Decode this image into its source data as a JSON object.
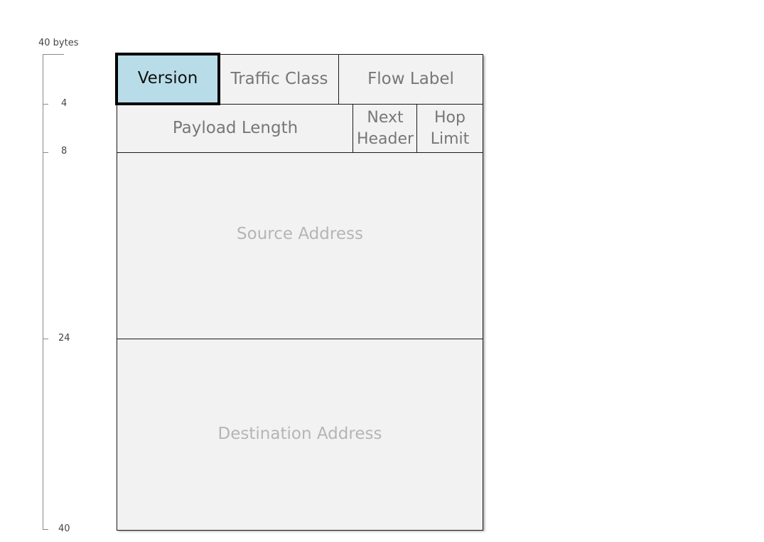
{
  "scale": {
    "top_label": "40 bytes",
    "ticks": [
      "4",
      "8",
      "24",
      "40"
    ]
  },
  "fields": {
    "version": "Version",
    "traffic_class": "Traffic Class",
    "flow_label": "Flow Label",
    "payload_length": "Payload Length",
    "next_header": "Next Header",
    "hop_limit": "Hop Limit",
    "source_address": "Source Address",
    "destination_address": "Destination Address"
  },
  "colors": {
    "highlight_fill": "#b8dde9",
    "cell_fill": "#f2f2f2"
  }
}
